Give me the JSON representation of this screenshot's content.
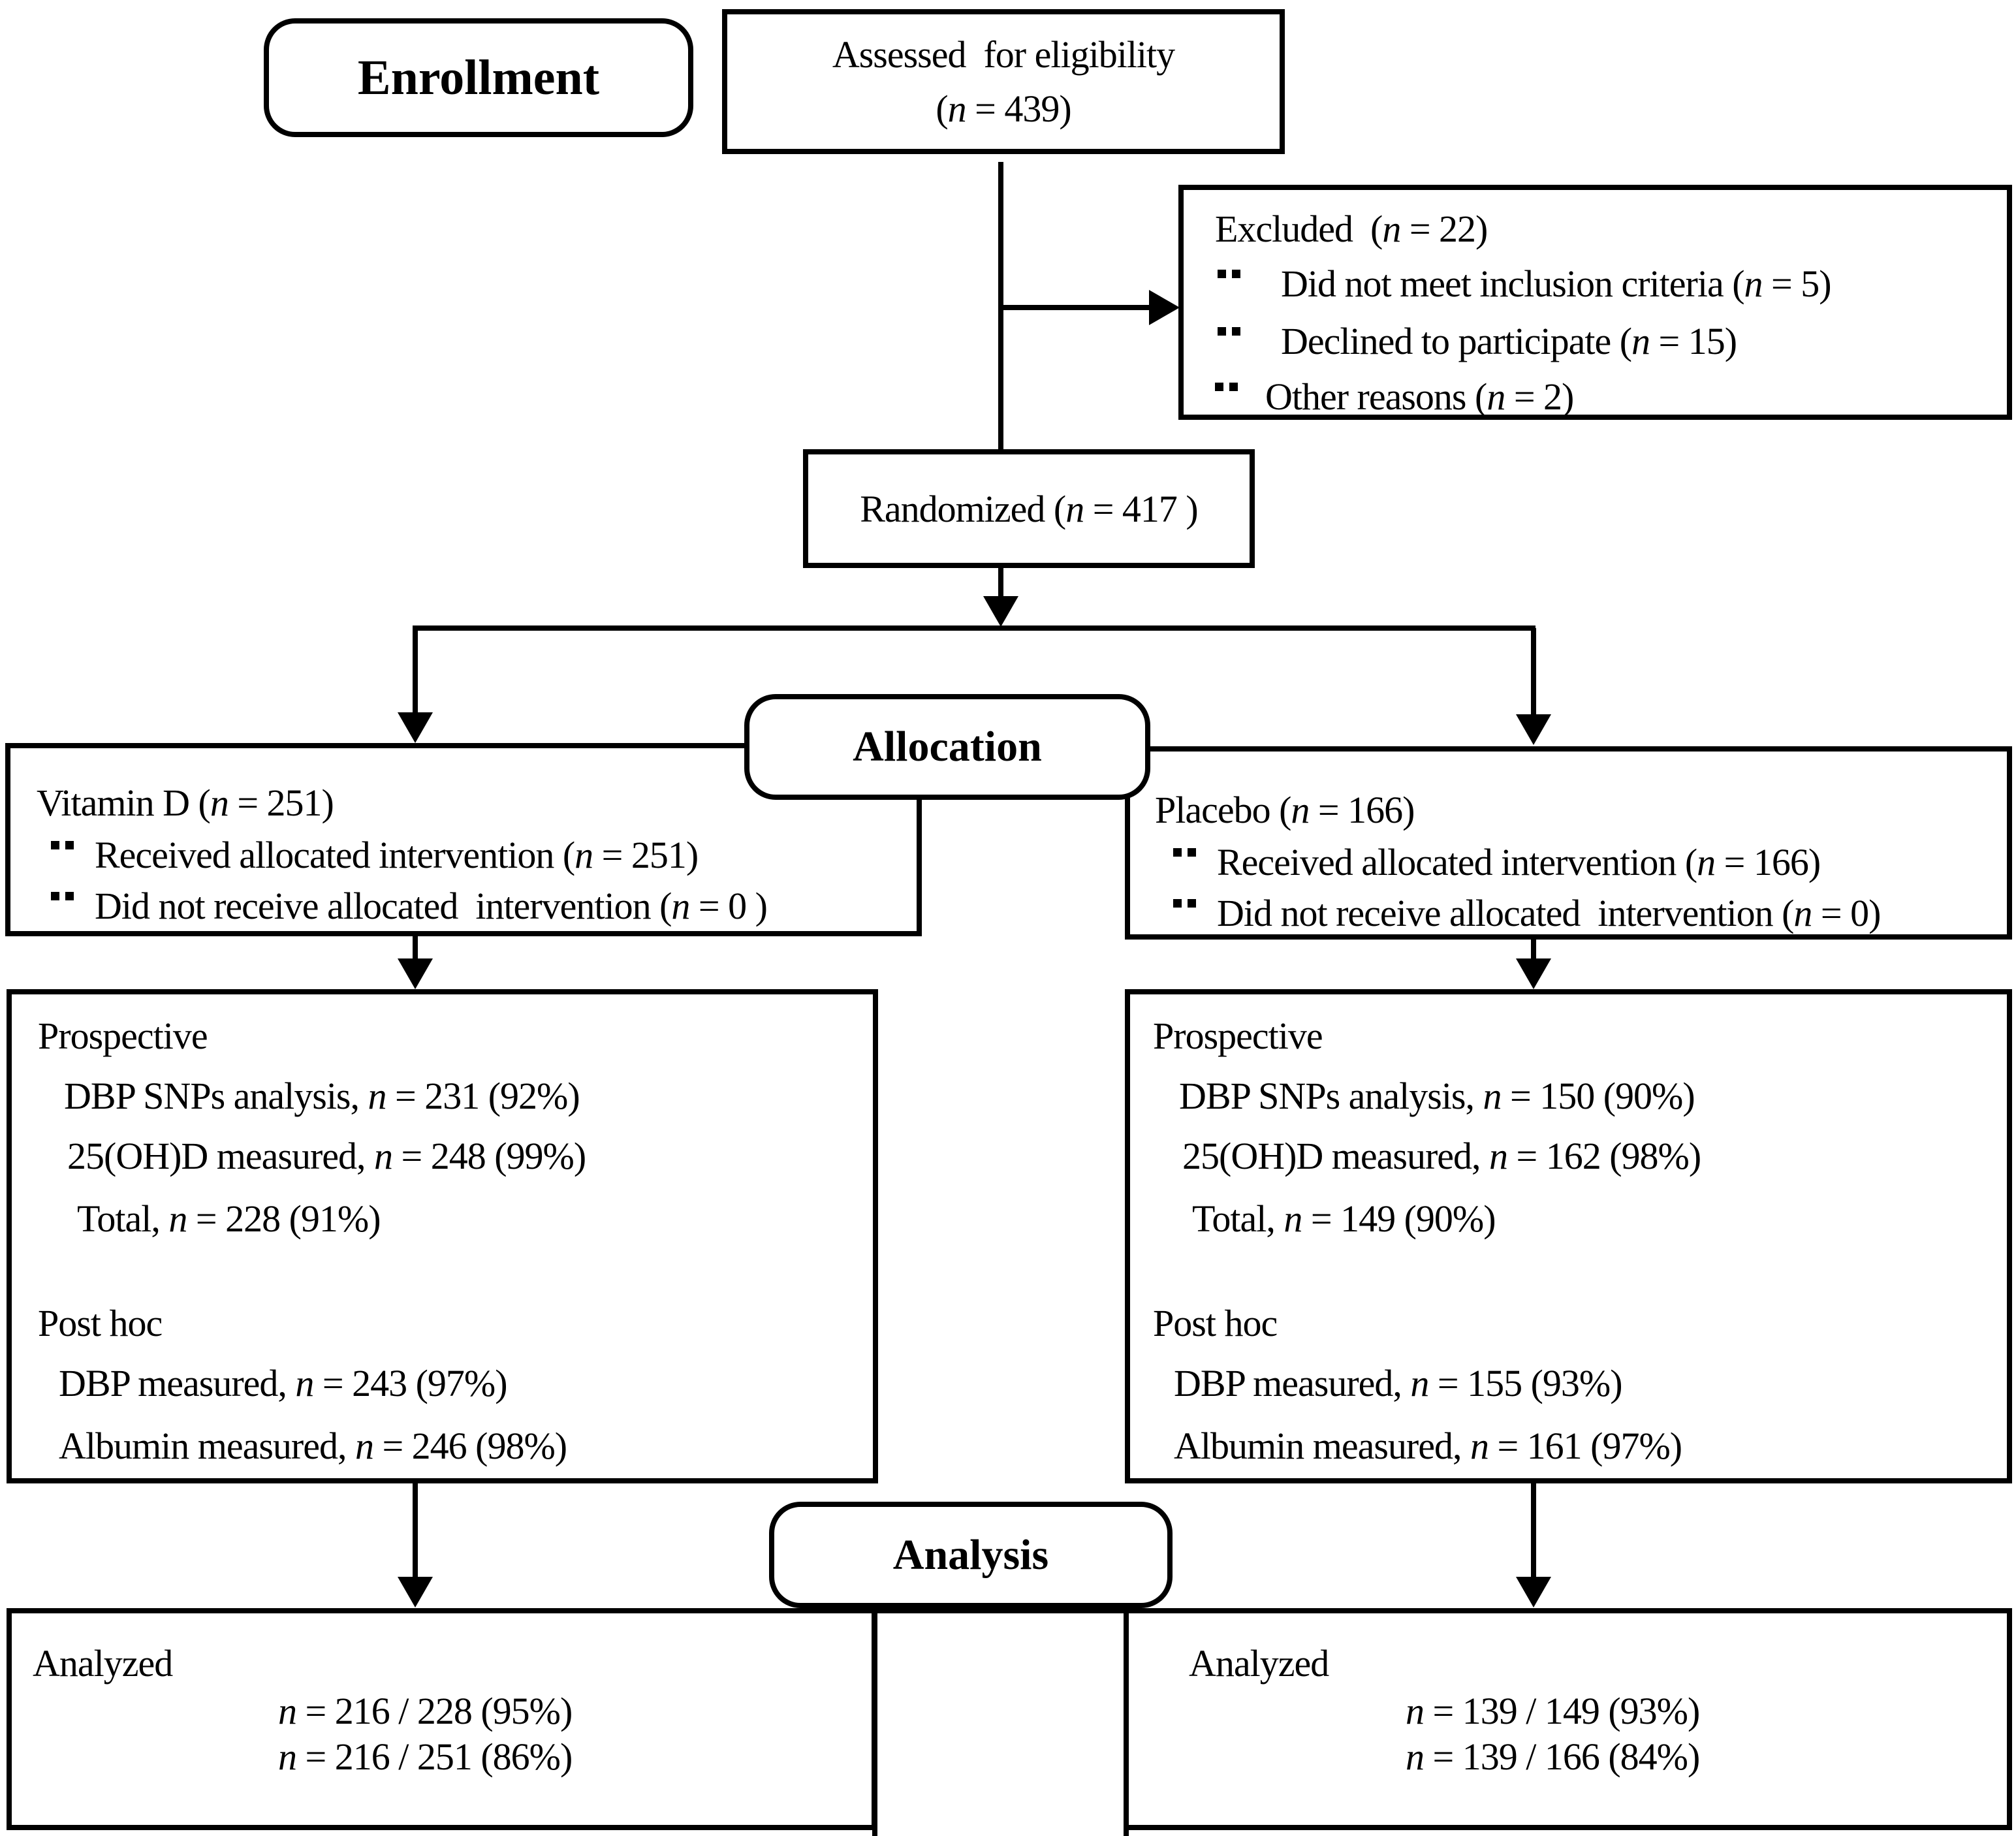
{
  "figure": {
    "type": "consort-flow-diagram",
    "colors": {
      "line": "#000000",
      "box_background": "#ffffff",
      "page_background": "#ffffff",
      "text": "#000000"
    },
    "stages": {
      "enrollment": "Enrollment",
      "allocation": "Allocation",
      "analysis": "Analysis"
    },
    "assessed": {
      "line1": "Assessed  for eligibility",
      "line2": "(n = 439)"
    },
    "excluded": {
      "title": "Excluded  (n = 22)",
      "items": [
        "Did not meet inclusion criteria (n = 5)",
        "Declined to participate (n = 15)",
        "Other reasons (n = 2)"
      ]
    },
    "randomized": {
      "label": "Randomized (n = 417 )"
    },
    "vitamin_d_allocation": {
      "title": "Vitamin D (n = 251)",
      "items": [
        "Received allocated intervention (n = 251)",
        "Did not receive allocated  intervention (n = 0 )"
      ]
    },
    "placebo_allocation": {
      "title": "Placebo (n = 166)",
      "items": [
        "Received allocated intervention (n = 166)",
        "Did not receive allocated  intervention (n = 0)"
      ]
    },
    "vitamin_d_followup": {
      "prospective_heading": "Prospective",
      "dbp_snps": "DBP SNPs analysis, n = 231 (92%)",
      "ohd": "25(OH)D measured, n = 248 (99%)",
      "total": "Total, n = 228 (91%)",
      "posthoc_heading": "Post hoc",
      "dbp": "DBP measured, n = 243 (97%)",
      "albumin": "Albumin measured, n = 246 (98%)"
    },
    "placebo_followup": {
      "prospective_heading": "Prospective",
      "dbp_snps": "DBP SNPs analysis, n = 150 (90%)",
      "ohd": "25(OH)D measured, n = 162 (98%)",
      "total": "Total, n = 149 (90%)",
      "posthoc_heading": "Post hoc",
      "dbp": "DBP measured, n = 155 (93%)",
      "albumin": "Albumin measured, n = 161 (97%)"
    },
    "vitamin_d_analyzed": {
      "title": "Analyzed",
      "line1": "n = 216 / 228 (95%)",
      "line2": "n = 216 / 251 (86%)"
    },
    "placebo_analyzed": {
      "title": "Analyzed",
      "line1": "n = 139 / 149 (93%)",
      "line2": "n = 139 / 166 (84%)"
    }
  }
}
